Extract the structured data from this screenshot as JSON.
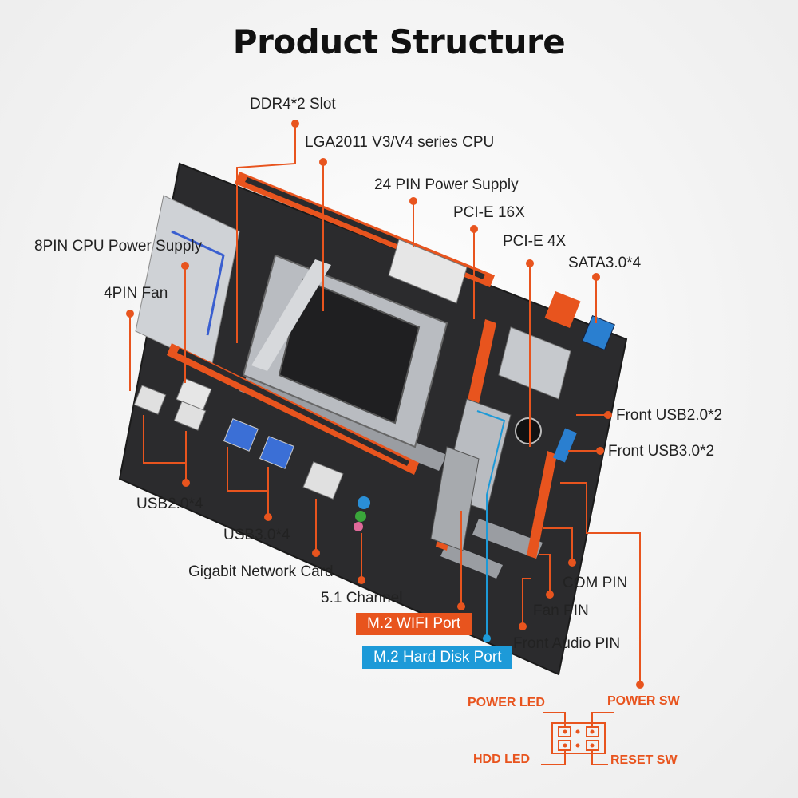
{
  "title": "Product Structure",
  "labels": {
    "ddr4": "DDR4*2 Slot",
    "cpu": "LGA2011 V3/V4 series CPU",
    "pin24": "24 PIN Power Supply",
    "pcie16": "PCI-E 16X",
    "pcie4": "PCI-E 4X",
    "sata": "SATA3.0*4",
    "pin8": "8PIN CPU Power Supply",
    "fan4": "4PIN Fan",
    "usb2rear": "USB2.0*4",
    "usb3rear": "USB3.0*4",
    "lan": "Gigabit Network Card",
    "audio51": "5.1 Channel",
    "m2wifi": "M.2 WIFI Port",
    "m2disk": "M.2 Hard Disk Port",
    "fusb2": "Front USB2.0*2",
    "fusb3": "Front USB3.0*2",
    "com": "COM PIN",
    "fanpin": "Fan PIN",
    "faudio": "Front Audio PIN"
  },
  "panel": {
    "power_led": "POWER LED",
    "power_sw": "POWER SW",
    "hdd_led": "HDD  LED",
    "reset_sw": "RESET SW"
  },
  "colors": {
    "accent": "#e8541e",
    "blue": "#1d9ad8",
    "board": "#2b2b2d"
  }
}
